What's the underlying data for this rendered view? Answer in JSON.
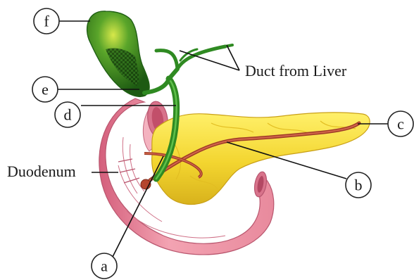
{
  "labels": {
    "duct_from_liver": "Duct from Liver",
    "duodenum": "Duodenum"
  },
  "callouts": {
    "a": "a",
    "b": "b",
    "c": "c",
    "d": "d",
    "e": "e",
    "f": "f"
  },
  "colors": {
    "gallbladder": "#2e8b1e",
    "gallbladder_dark": "#1f5f14",
    "bile_duct": "#2f8a22",
    "pancreas": "#f2d530",
    "pancreas_shade": "#d9b41e",
    "duodenum": "#e9879a",
    "duodenum_dark": "#c9607a",
    "pancreatic_duct": "#b5452e"
  }
}
